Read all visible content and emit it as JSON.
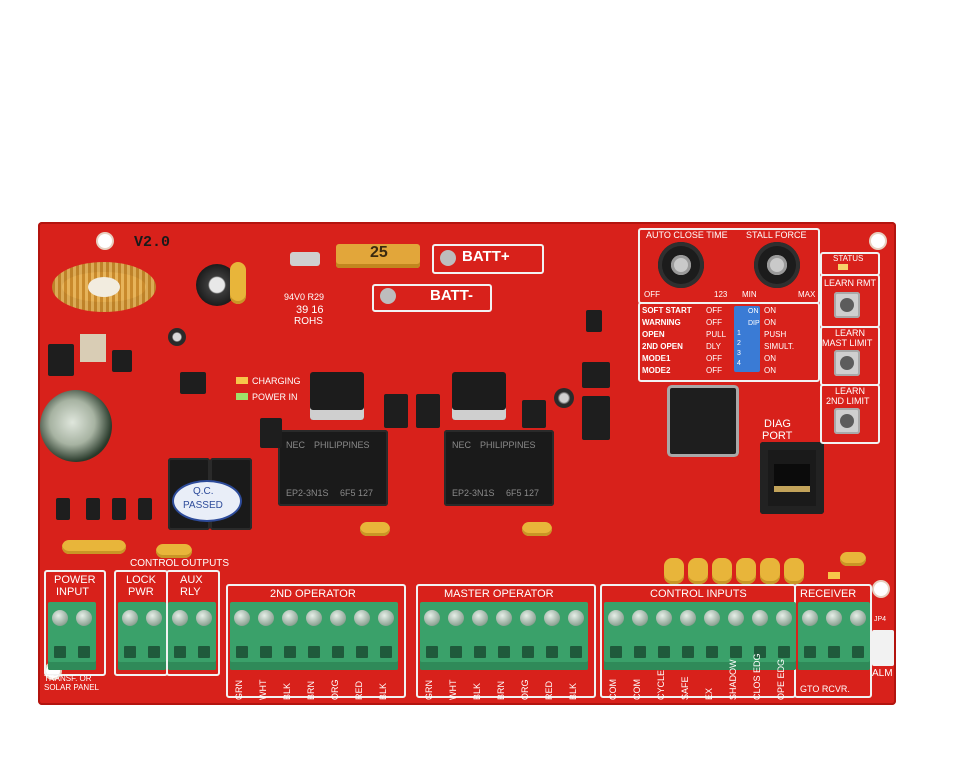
{
  "board": {
    "version": "V2.0",
    "pcb_code": "94V0 R29",
    "date_code": "39 16",
    "rohs": "ROHS",
    "fuse_value": "25",
    "batt_pos": "BATT+",
    "batt_neg": "BATT-",
    "qc_stamp_line1": "Q.C.",
    "qc_stamp_line2": "PASSED",
    "leds": {
      "charging": "CHARGING",
      "power_in": "POWER IN",
      "status": "STATUS"
    },
    "pots": {
      "auto_close": "AUTO CLOSE TIME",
      "stall_force": "STALL FORCE",
      "off": "OFF",
      "range_123": "123",
      "min": "MIN",
      "max": "MAX"
    },
    "dip_table": [
      {
        "label": "SOFT START",
        "left": "OFF",
        "right": "ON"
      },
      {
        "label": "WARNING",
        "left": "OFF",
        "right": "ON"
      },
      {
        "label": "OPEN",
        "left": "PULL",
        "right": "PUSH"
      },
      {
        "label": "2ND OPEN",
        "left": "DLY",
        "right": "SIMULT."
      },
      {
        "label": "MODE1",
        "left": "OFF",
        "right": "ON"
      },
      {
        "label": "MODE2",
        "left": "OFF",
        "right": "ON"
      }
    ],
    "dip_switch": {
      "on_label": "ON",
      "dip_label": "DIP",
      "numbers": [
        "1",
        "2",
        "3",
        "4"
      ]
    },
    "buttons": {
      "learn_rmt": "LEARN RMT",
      "learn_mast_line1": "LEARN",
      "learn_mast_line2": "MAST LIMIT",
      "learn_2nd_line1": "LEARN",
      "learn_2nd_line2": "2ND LIMIT"
    },
    "diag_port": {
      "line1": "DIAG",
      "line2": "PORT"
    },
    "relay_text": {
      "brand": "NEC",
      "origin": "PHILIPPINES",
      "model": "EP2-3N1S",
      "code": "6F5 127"
    },
    "sections": {
      "power_input": {
        "line1": "POWER",
        "line2": "INPUT"
      },
      "control_outputs": "CONTROL OUTPUTS",
      "lock_pwr": {
        "line1": "LOCK",
        "line2": "PWR"
      },
      "aux_rly": {
        "line1": "AUX",
        "line2": "RLY"
      },
      "second_operator": "2ND OPERATOR",
      "master_operator": "MASTER OPERATOR",
      "control_inputs": "CONTROL INPUTS",
      "receiver": "RECEIVER"
    },
    "bottom_labels": {
      "power": "TRANSF. OR SOLAR PANEL",
      "second_op": [
        "GRN",
        "WHT",
        "BLK",
        "BRN",
        "ORG",
        "RED",
        "BLK"
      ],
      "master_op": [
        "GRN",
        "WHT",
        "BLK",
        "BRN",
        "ORG",
        "RED",
        "BLK"
      ],
      "control_inputs": [
        "COM",
        "COM",
        "CYCLE",
        "SAFE",
        "EX",
        "SHADOW",
        "CLOS EDG",
        "OPE EDG"
      ],
      "receiver": "GTO RCVR.",
      "alm": "ALM",
      "jp4": "JP4"
    },
    "colors": {
      "pcb": "#d8211b",
      "terminal": "#3aa16a",
      "silkscreen": "#ffffff",
      "fuse": "#e2a63a",
      "dip": "#3a7bd5"
    }
  }
}
